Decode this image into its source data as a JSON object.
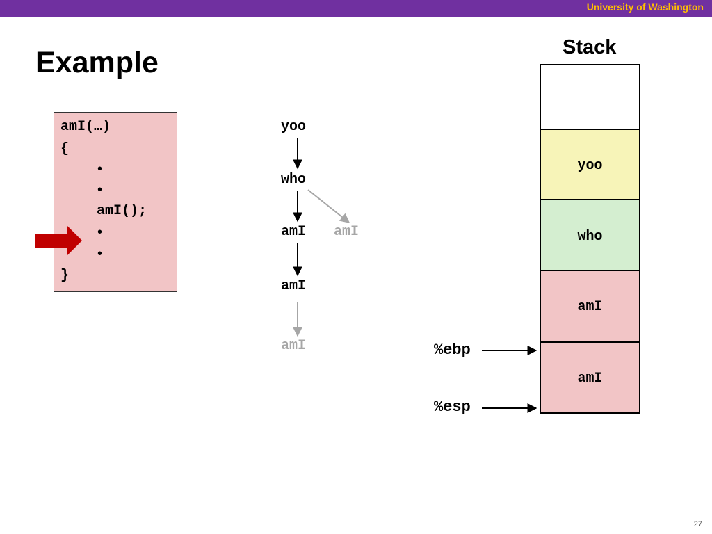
{
  "header": {
    "university": "University of Washington"
  },
  "slide": {
    "title": "Example",
    "page_number": "27"
  },
  "code": {
    "line1": "amI(…)",
    "line2": "{",
    "call": "amI();",
    "line_end": "}",
    "bullet": "•"
  },
  "call_tree": {
    "n1": "yoo",
    "n2": "who",
    "n3": "amI",
    "n3_side": "amI",
    "n4": "amI",
    "n5": "amI"
  },
  "stack": {
    "title": "Stack",
    "frames": [
      {
        "label": "",
        "color": "#ffffff"
      },
      {
        "label": "yoo",
        "color": "#f7f4b8"
      },
      {
        "label": "who",
        "color": "#d4eed0"
      },
      {
        "label": "amI",
        "color": "#f2c5c6"
      },
      {
        "label": "amI",
        "color": "#f2c5c6"
      }
    ]
  },
  "registers": {
    "ebp": "%ebp",
    "esp": "%esp"
  },
  "colors": {
    "purple": "#7030a0",
    "gold": "#ffc000",
    "arrow_red": "#c00000",
    "inactive_gray": "#a6a6a6"
  }
}
